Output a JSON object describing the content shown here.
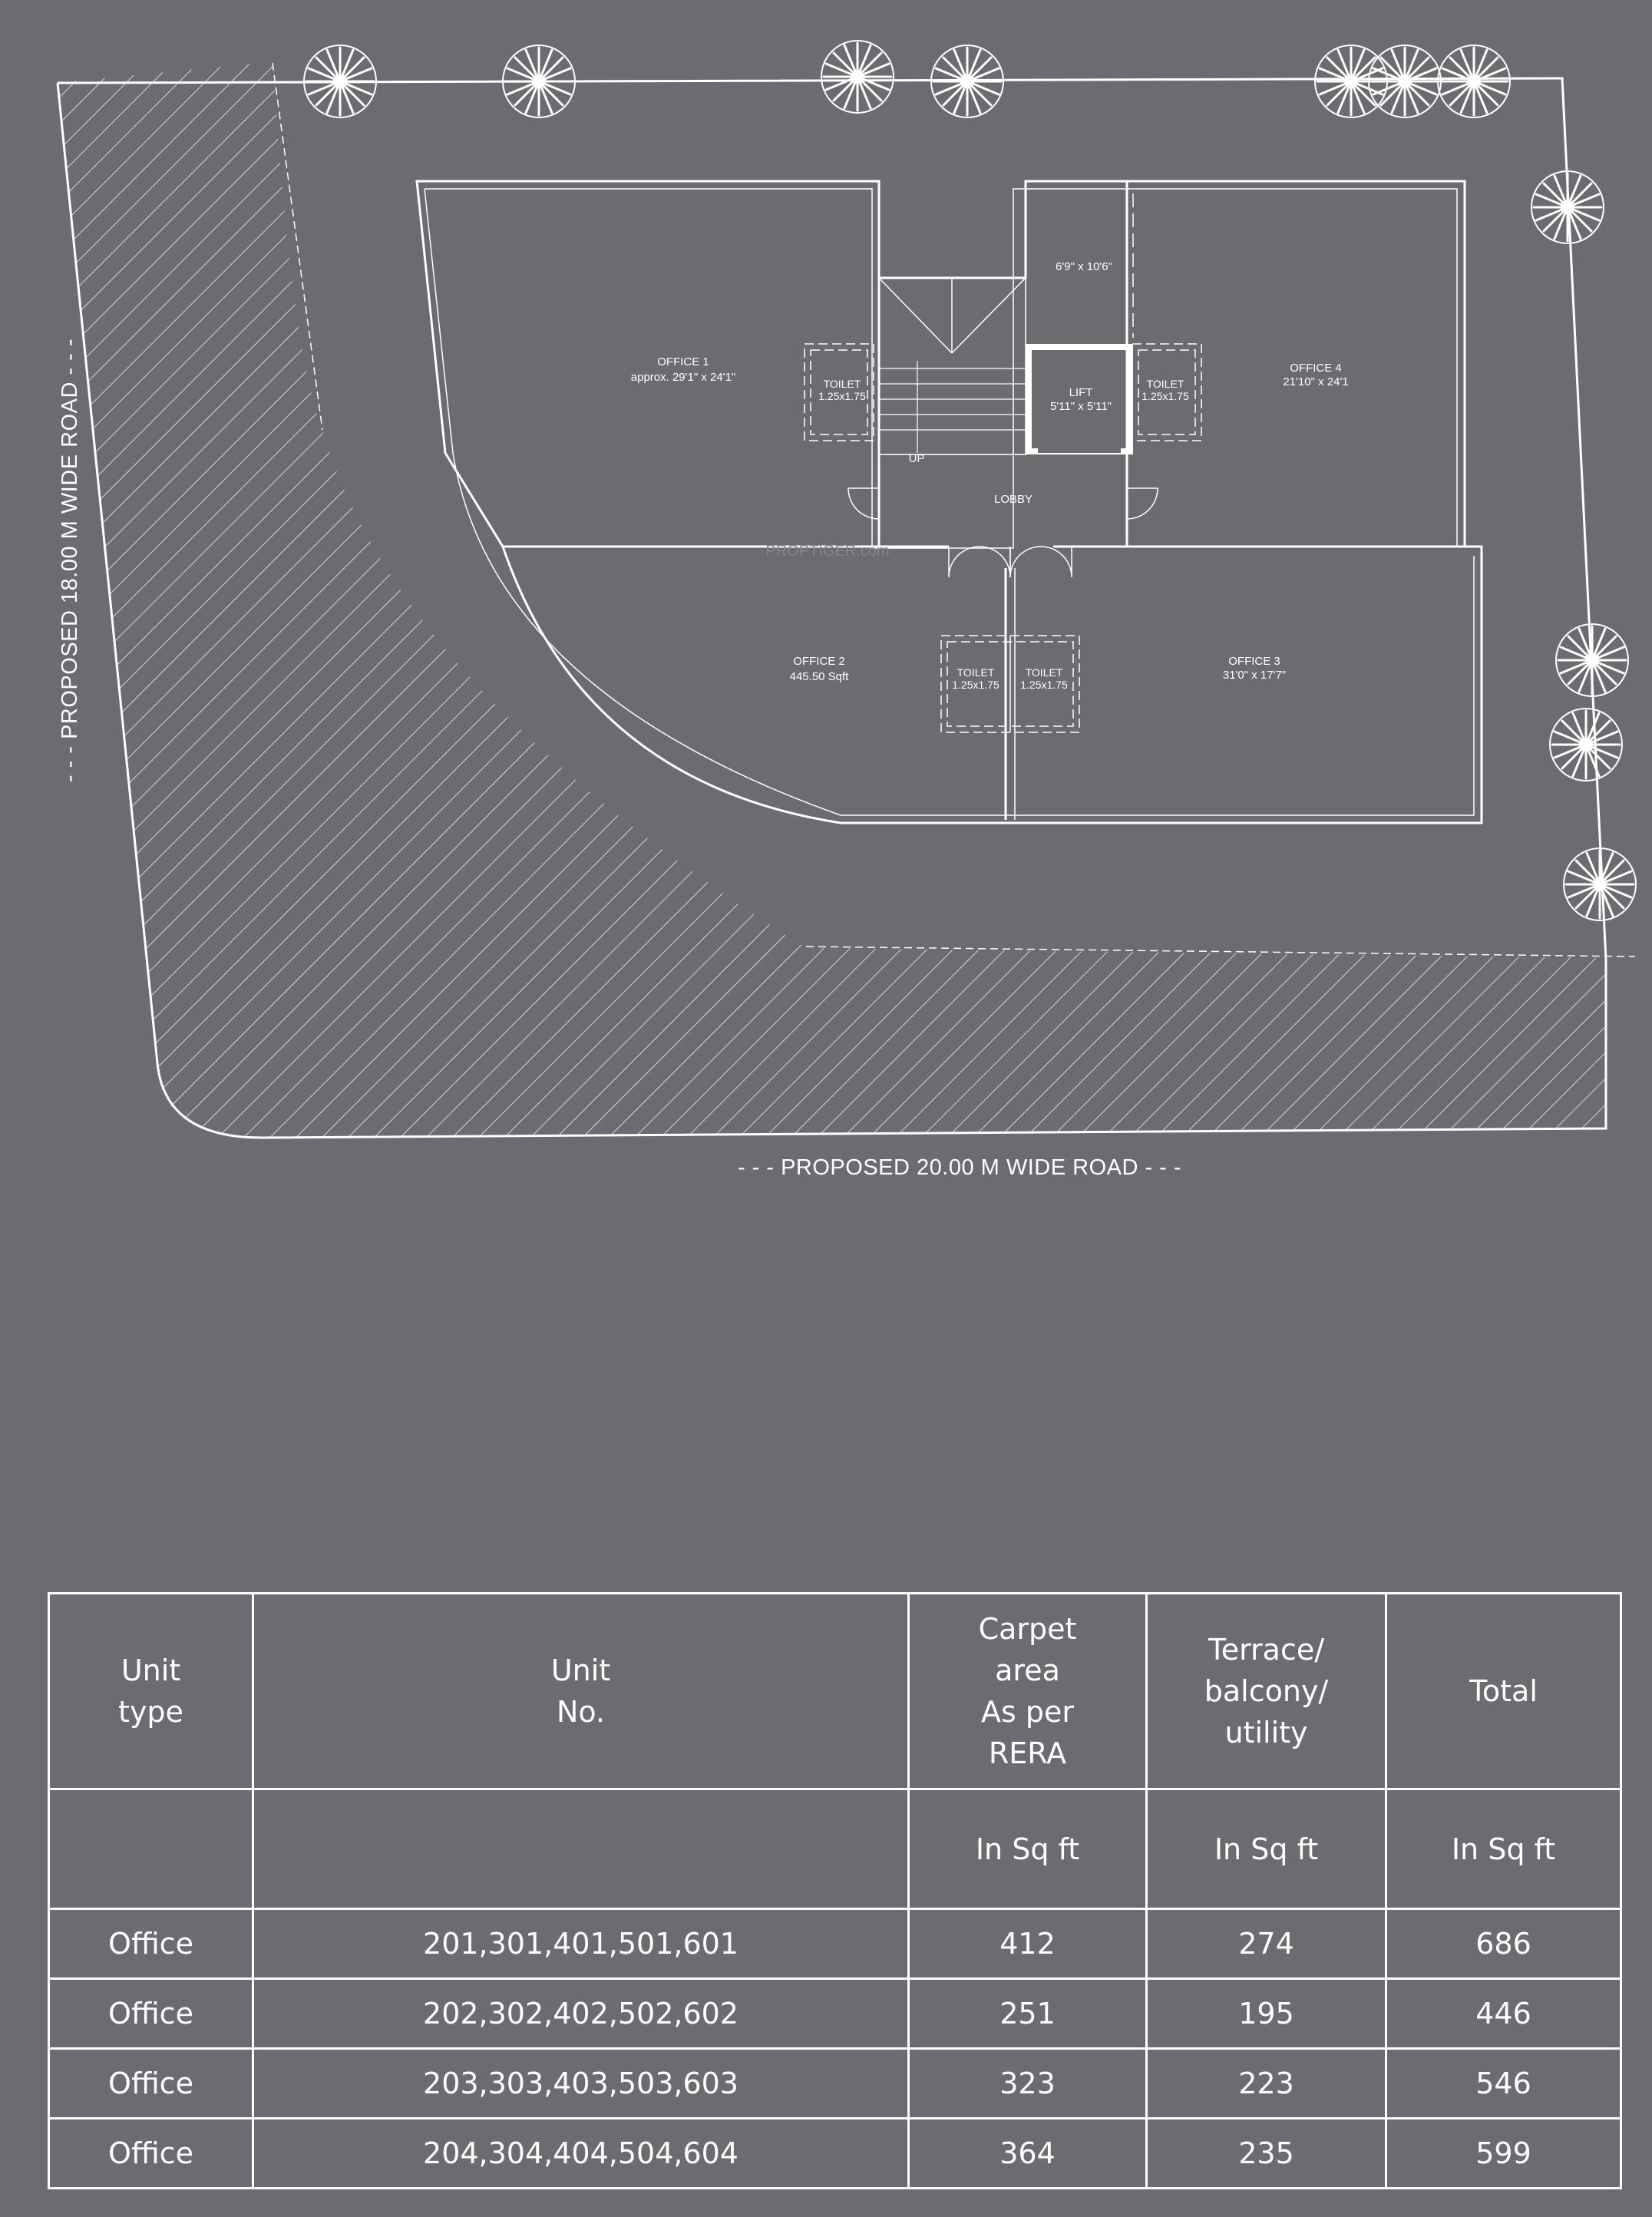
{
  "floor_plan": {
    "road_west": "- - - PROPOSED 18.00 M WIDE ROAD - - -",
    "road_south": "- - - PROPOSED 20.00 M WIDE ROAD - - -",
    "watermark": "PROPTIGER.com",
    "rooms": {
      "office1": {
        "name": "OFFICE 1",
        "dim": "approx. 29'1\" x 24'1\""
      },
      "office2": {
        "name": "OFFICE 2",
        "dim": "445.50 Sqft"
      },
      "office3": {
        "name": "OFFICE 3",
        "dim": "31'0\" x 17'7\""
      },
      "office4": {
        "name": "OFFICE 4",
        "dim": "21'10\" x 24'1"
      },
      "store": {
        "dim": "6'9\" x 10'6\""
      },
      "lift": {
        "name": "LIFT",
        "dim": "5'11\" x 5'11\""
      },
      "lobby": {
        "name": "LOBBY"
      },
      "stair": {
        "label": "UP"
      },
      "toilet_label": "TOILET",
      "toilet_dim": "1.25x1.75"
    },
    "colors": {
      "background": "#6b6c70",
      "lines": "#ffffff"
    }
  },
  "table": {
    "headers": [
      "Unit\ntype",
      "Unit\nNo.",
      "Carpet\narea\nAs per\nRERA",
      "Terrace/\nbalcony/\nutility",
      "Total"
    ],
    "units": [
      "",
      "",
      "In Sq ft",
      "In Sq ft",
      "In Sq ft"
    ],
    "rows": [
      [
        "Office",
        "201,301,401,501,601",
        "412",
        "274",
        "686"
      ],
      [
        "Office",
        "202,302,402,502,602",
        "251",
        "195",
        "446"
      ],
      [
        "Office",
        "203,303,403,503,603",
        "323",
        "223",
        "546"
      ],
      [
        "Office",
        "204,304,404,504,604",
        "364",
        "235",
        "599"
      ]
    ]
  }
}
